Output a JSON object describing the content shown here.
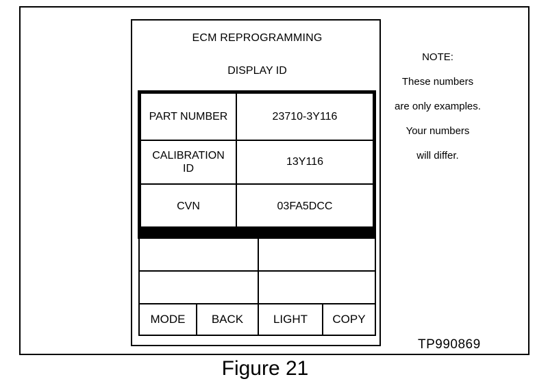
{
  "screen": {
    "title": "ECM REPROGRAMMING",
    "subtitle": "DISPLAY ID"
  },
  "id_table": {
    "rows": [
      {
        "label": "PART NUMBER",
        "value": "23710-3Y116"
      },
      {
        "label": "CALIBRATION ID",
        "value": "13Y116"
      },
      {
        "label": "CVN",
        "value": "03FA5DCC"
      }
    ]
  },
  "buttons": {
    "mode": "MODE",
    "back": "BACK",
    "light": "LIGHT",
    "copy": "COPY"
  },
  "note": {
    "heading": "NOTE:",
    "lines": [
      "These numbers",
      "are only examples.",
      "Your numbers",
      "will differ."
    ]
  },
  "figure_id": "TP990869",
  "caption": "Figure 21"
}
